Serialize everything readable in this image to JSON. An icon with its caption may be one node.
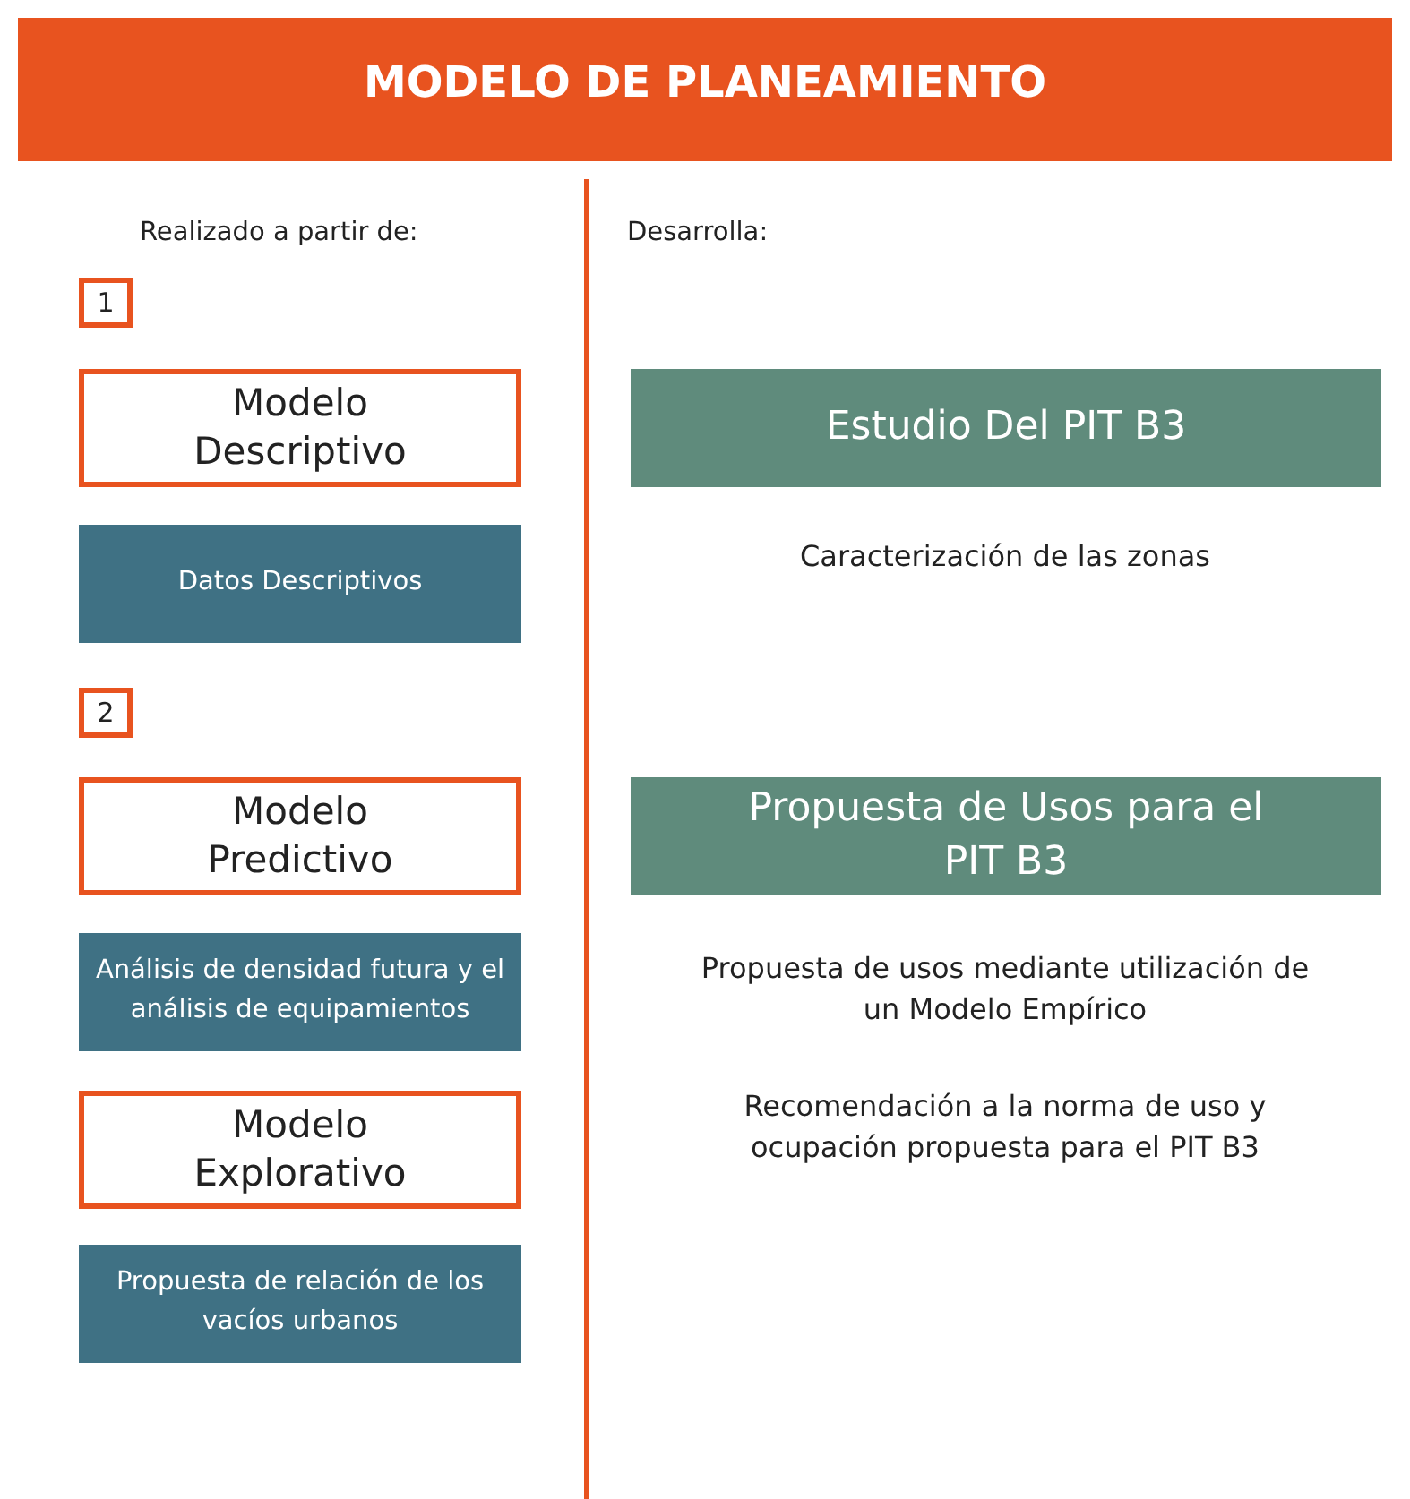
{
  "diagram": {
    "title": "MODELO DE PLANEAMIENTO",
    "nodes": [
      {
        "text": [
          "1"
        ]
      },
      {
        "text": [
          "Modelo Descriptivo"
        ]
      },
      {
        "text": [
          "Datos Descriptivos"
        ]
      },
      {
        "text": [
          "2"
        ]
      },
      {
        "text": [
          "Modelo Predictivo"
        ]
      },
      {
        "text": [
          "Análisis de densidad futura y el análisis de equipamientos"
        ]
      },
      {
        "text": [
          "Modelo Explorativo"
        ]
      },
      {
        "text": [
          "Propuesta de relación de los vacíos urbanos"
        ]
      },
      {
        "text": [
          "Estudio Del PIT B3"
        ]
      },
      {
        "text": [
          "Propuesta de Usos para el PIT B3"
        ]
      }
    ],
    "edges": [],
    "labels": [
      "Realizado a partir de:",
      "Desarrolla:",
      "Caracterización de las zonas",
      "Propuesta de usos mediante utilización de un Modelo Empírico",
      "Recomendación a la norma de uso y ocupación propuesta para el PIT B3"
    ]
  }
}
